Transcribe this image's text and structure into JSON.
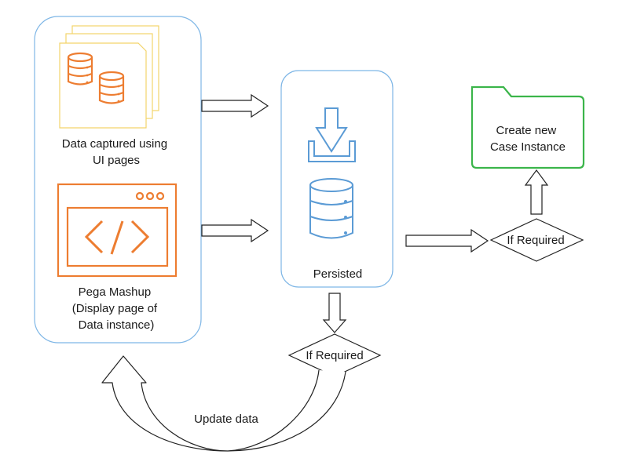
{
  "left_panel": {
    "data_capture_label": [
      "Data captured using",
      "UI pages"
    ],
    "mashup_label": [
      "Pega Mashup",
      "(Display page of",
      "Data instance)"
    ]
  },
  "center_panel": {
    "label": "Persisted"
  },
  "decision_right": {
    "label": "If Required"
  },
  "decision_bottom": {
    "label": "If Required"
  },
  "case_folder": {
    "label": [
      "Create new",
      "Case Instance"
    ]
  },
  "update_label": "Update data",
  "colors": {
    "panel_border": "#7eb6e6",
    "orange": "#ed7d31",
    "yellow_page": "#f3d46b",
    "blue_icon": "#5b9bd5",
    "green_border": "#3bb54a",
    "arrow_stroke": "#222222"
  },
  "icons": [
    "stacked-pages-database-icon",
    "browser-code-icon",
    "download-icon",
    "database-icon",
    "folder-icon"
  ]
}
